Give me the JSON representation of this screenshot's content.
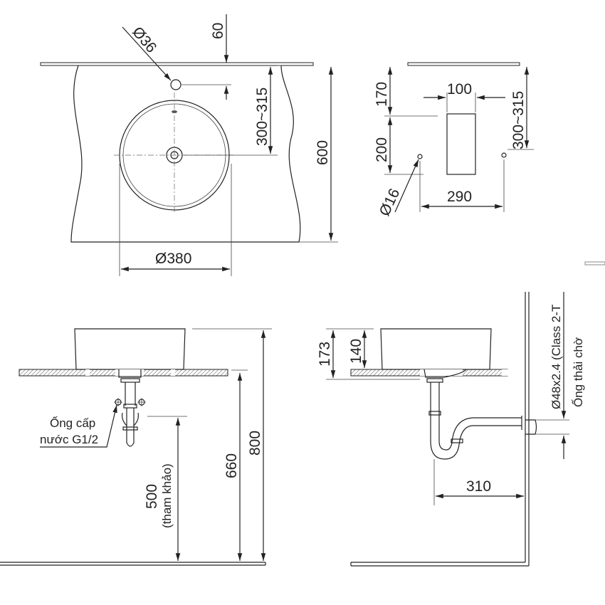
{
  "top_plan": {
    "dim_60": "60",
    "dim_d36": "Ø36",
    "dim_300_315": "300~315",
    "dim_600": "600",
    "dim_d380": "Ø380"
  },
  "top_side": {
    "dim_170": "170",
    "dim_200": "200",
    "dim_100": "100",
    "dim_300_315": "300~315",
    "dim_d16": "Ø16",
    "dim_290": "290"
  },
  "front_view": {
    "supply_label_line1": "Ống cấp",
    "supply_label_line2": "nước G1/2",
    "dim_500": "500",
    "dim_500_note": "(tham khảo)",
    "dim_660": "660",
    "dim_800": "800"
  },
  "side_view": {
    "dim_173": "173",
    "dim_140": "140",
    "dim_310": "310",
    "waste_pipe_spec": "Ø48x2.4 (Class 2-T",
    "waste_pipe_label": "Ống thải chờ"
  }
}
